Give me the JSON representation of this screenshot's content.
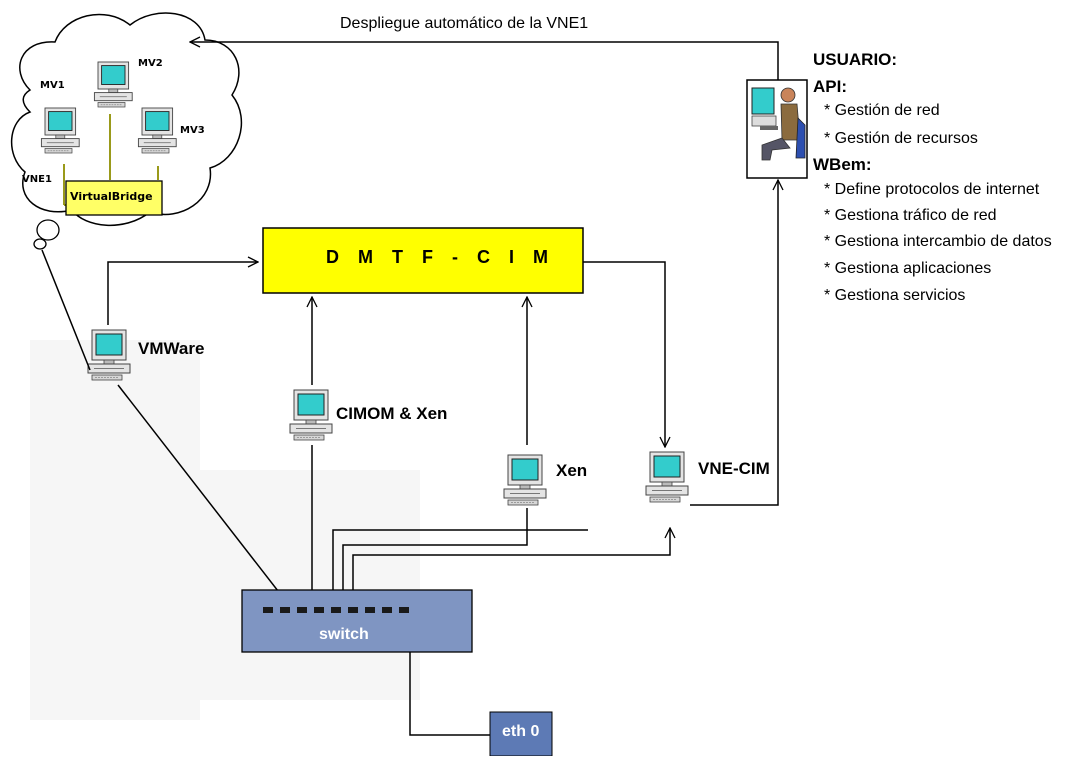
{
  "diagram": {
    "top_caption": "Despliegue automático de la VNE1",
    "cloud": {
      "vm_labels": [
        "MV1",
        "MV2",
        "MV3"
      ],
      "vne_label": "VNE1",
      "bridge_label": "VirtualBridge"
    },
    "dmtf_label": "D M T F - C I M",
    "nodes": {
      "vmware": "VMWare",
      "cimom": "CIMOM & Xen",
      "xen": "Xen",
      "vnecim": "VNE-CIM"
    },
    "switch_label": "switch",
    "eth_label": "eth 0",
    "user_panel": {
      "title": "USUARIO:",
      "api_title": "API:",
      "api_items": [
        "* Gestión de red",
        "* Gestión de recursos"
      ],
      "wbem_title": "WBem:",
      "wbem_items": [
        "* Define protocolos de internet",
        "* Gestiona tráfico de red",
        "* Gestiona intercambio de datos",
        "* Gestiona aplicaciones",
        "* Gestiona servicios"
      ]
    },
    "colors": {
      "dmtf_fill": "#ffff00",
      "bridge_fill": "#ffff66",
      "switch_fill": "#7f95c2",
      "eth_fill": "#5d7ab5",
      "screen_fill": "#33cccc"
    }
  }
}
